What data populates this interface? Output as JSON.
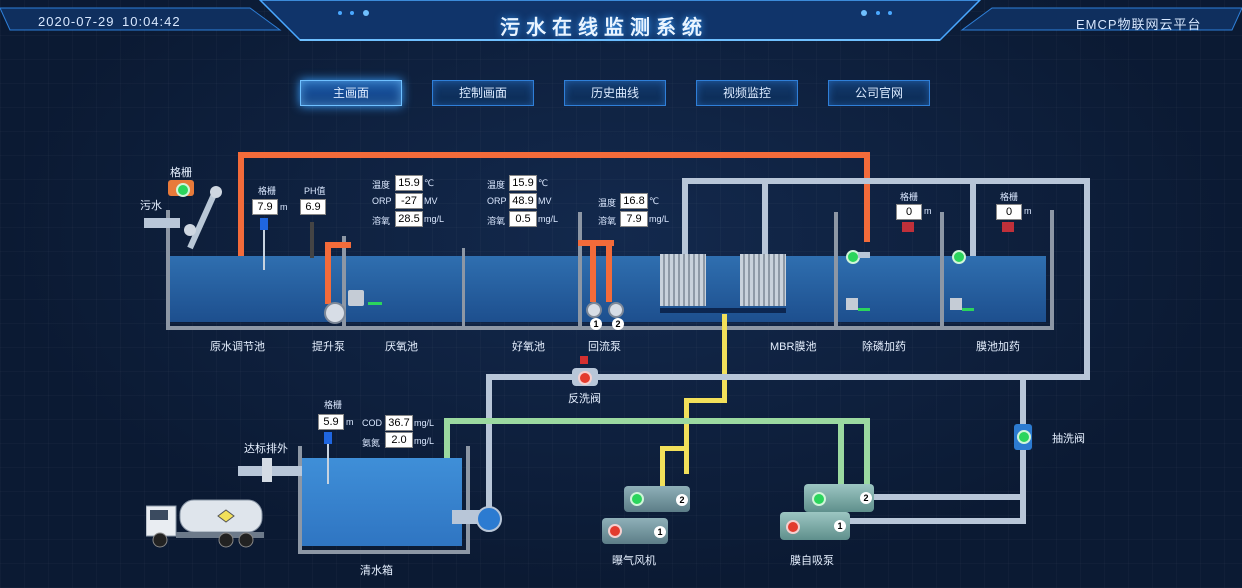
{
  "header": {
    "date": "2020-07-29",
    "time": "10:04:42",
    "title": "污水在线监测系统",
    "platform": "EMCP物联网云平台"
  },
  "nav": [
    {
      "label": "主画面",
      "active": true
    },
    {
      "label": "控制画面",
      "active": false
    },
    {
      "label": "历史曲线",
      "active": false
    },
    {
      "label": "视频监控",
      "active": false
    },
    {
      "label": "公司官网",
      "active": false
    }
  ],
  "labels": {
    "sewage": "污水",
    "grille_top": "格栅",
    "raw_tank": "原水调节池",
    "lift_pump": "提升泵",
    "anaerobic": "厌氧池",
    "aerobic": "好氧池",
    "return_pump": "回流泵",
    "mbr": "MBR膜池",
    "phos": "除磷加药",
    "membrane_dose": "膜池加药",
    "backwash": "反洗阀",
    "pump_valve": "抽洗阀",
    "clear_tank": "清水箱",
    "discharge": "达标排外",
    "blower": "曝气风机",
    "self_priming": "膜自吸泵"
  },
  "readings": {
    "raw_level": {
      "name": "格栅",
      "value": "7.9",
      "unit": "m"
    },
    "ph": {
      "name": "PH值",
      "value": "6.9"
    },
    "anaerobic": {
      "temp": {
        "name": "温度",
        "value": "15.9",
        "unit": "℃"
      },
      "orp": {
        "name": "ORP",
        "value": "-27",
        "unit": "MV"
      },
      "do": {
        "name": "溶氧",
        "value": "28.5",
        "unit": "mg/L"
      }
    },
    "aerobic": {
      "temp": {
        "name": "温度",
        "value": "15.9",
        "unit": "℃"
      },
      "orp": {
        "name": "ORP",
        "value": "48.9",
        "unit": "MV"
      },
      "do": {
        "name": "溶氧",
        "value": "0.5",
        "unit": "mg/L"
      }
    },
    "return": {
      "temp": {
        "name": "温度",
        "value": "16.8",
        "unit": "℃"
      },
      "do": {
        "name": "溶氧",
        "value": "7.9",
        "unit": "mg/L"
      }
    },
    "phos_level": {
      "name": "格栅",
      "value": "0",
      "unit": "m"
    },
    "mem_level": {
      "name": "格栅",
      "value": "0",
      "unit": "m"
    },
    "clear_level": {
      "name": "格栅",
      "value": "5.9",
      "unit": "m"
    },
    "cod": {
      "name": "COD",
      "value": "36.7",
      "unit": "mg/L"
    },
    "nh3": {
      "name": "氨氮",
      "value": "2.0",
      "unit": "mg/L"
    }
  },
  "pump_numbers": [
    "1",
    "2"
  ],
  "colors": {
    "accent": "#3aa0ff",
    "pipe_sludge": "#f36b3a",
    "pipe_water": "#b8c6d8",
    "pipe_clean": "#9bd9a0",
    "pipe_air": "#f2e05a",
    "run": "#2bd55c",
    "stop": "#e33b2e"
  }
}
